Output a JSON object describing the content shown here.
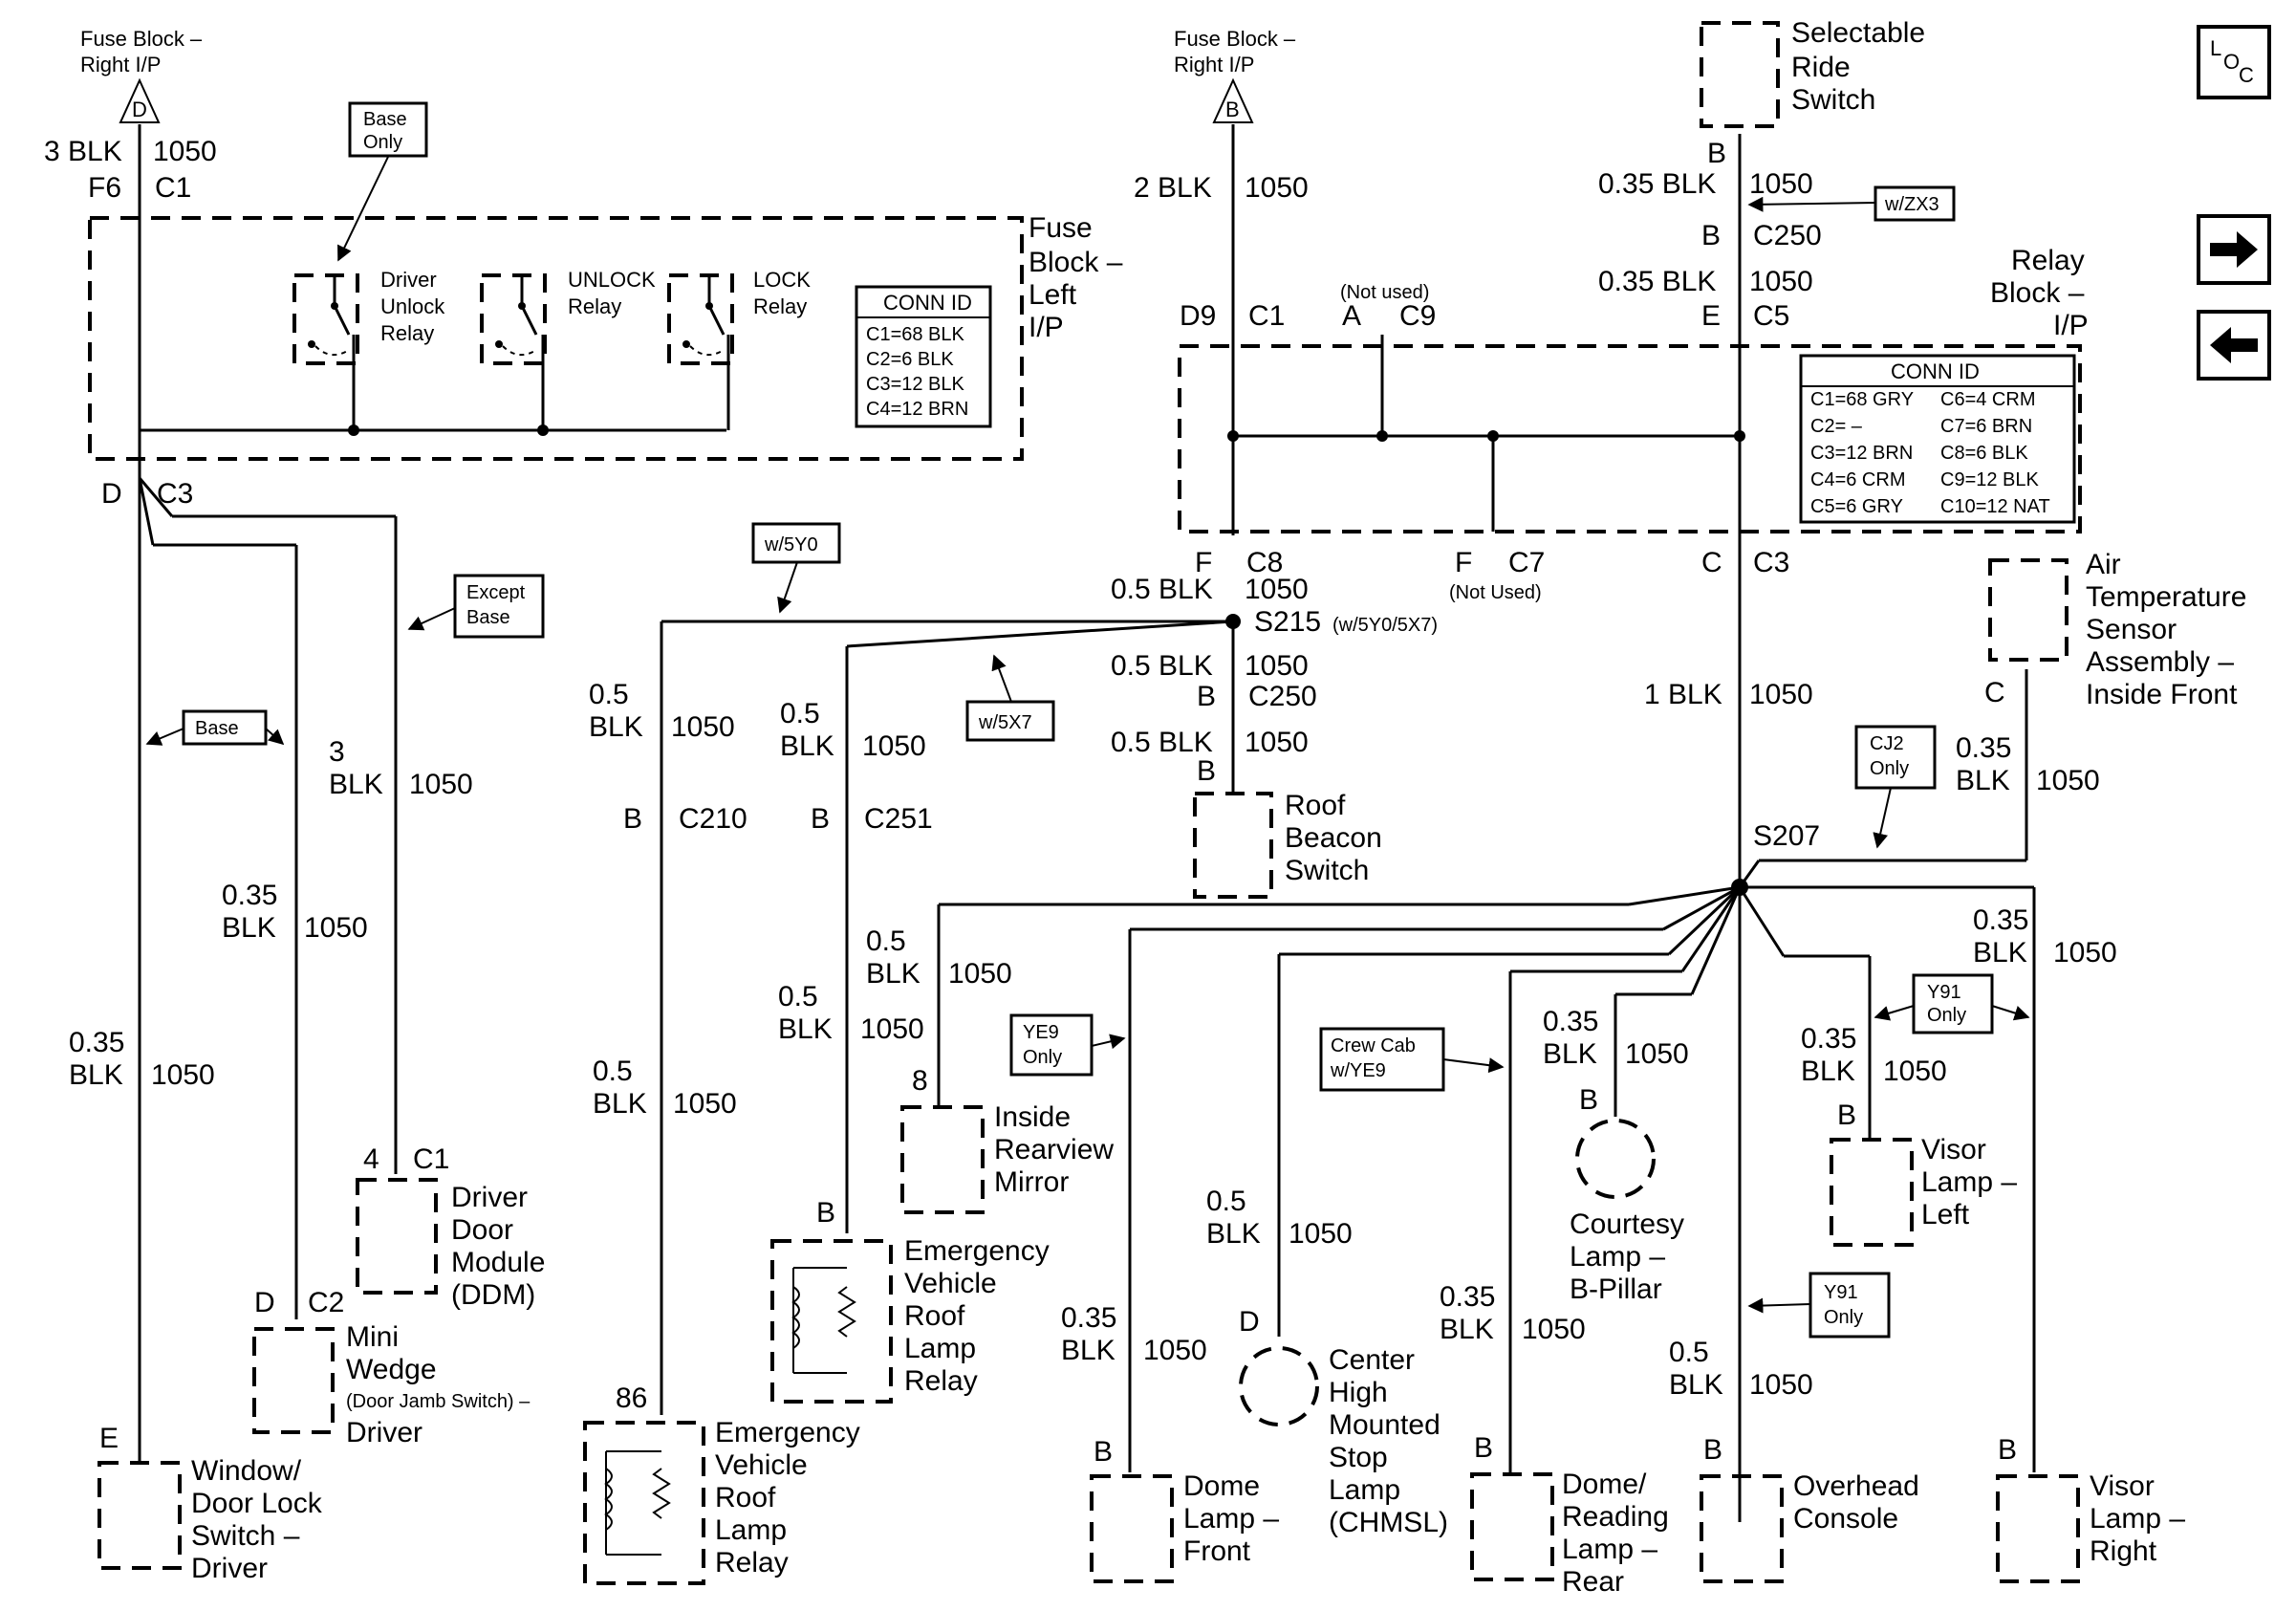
{
  "top_left": {
    "fuse_block_right_ip": [
      "Fuse Block –",
      "Right I/P"
    ],
    "fuse_letter": "D",
    "wire_gauge": "3 BLK",
    "circuit": "1050",
    "pin": "F6",
    "conn": "C1",
    "base_only": [
      "Base",
      "Only"
    ],
    "fuse_block_left_ip": [
      "Fuse",
      "Block –",
      "Left",
      "I/P"
    ],
    "relays": {
      "driver_unlock": [
        "Driver",
        "Unlock",
        "Relay"
      ],
      "unlock": [
        "UNLOCK",
        "Relay"
      ],
      "lock": [
        "LOCK",
        "Relay"
      ]
    },
    "conn_id_title": "CONN ID",
    "conn_id": [
      "C1=68 BLK",
      "C2=6 BLK",
      "C3=12 BLK",
      "C4=12 BRN"
    ],
    "bottom_pin": "D",
    "bottom_conn": "C3"
  },
  "left_branch": {
    "except_base": [
      "Except",
      "Base"
    ],
    "base": "Base",
    "ddm_wire": [
      "3",
      "BLK",
      "1050"
    ],
    "ddm_pin": "4",
    "ddm_conn": "C1",
    "ddm_label": [
      "Driver",
      "Door",
      "Module",
      "(DDM)"
    ],
    "mini_wire": [
      "0.35",
      "BLK",
      "1050"
    ],
    "mini_pin": "D",
    "mini_conn": "C2",
    "mini_label": [
      "Mini",
      "Wedge",
      "(Door Jamb Switch) –",
      "Driver"
    ],
    "window_wire": [
      "0.35",
      "BLK",
      "1050"
    ],
    "window_pin": "E",
    "window_label": [
      "Window/",
      "Door Lock",
      "Switch –",
      "Driver"
    ]
  },
  "center_top": {
    "fuse_block_right_ip": [
      "Fuse Block –",
      "Right I/P"
    ],
    "fuse_letter": "B",
    "wire_gauge": "2 BLK",
    "circuit": "1050",
    "pin_d9": "D9",
    "conn_c1": "C1",
    "not_used_top": "(Not used)",
    "pin_a": "A",
    "conn_c9": "C9",
    "pin_f": "F",
    "conn_c8": "C8",
    "pin_f2": "F",
    "conn_c7": "C7",
    "not_used_bottom": "(Not Used)",
    "pin_c": "C",
    "conn_c3": "C3"
  },
  "right_top": {
    "selectable_ride": [
      "Selectable",
      "Ride",
      "Switch"
    ],
    "pin_b": "B",
    "wire1_gauge": "0.35 BLK",
    "wire1_circuit": "1050",
    "wzx3": "w/ZX3",
    "pin_b2": "B",
    "conn_c250": "C250",
    "wire2_gauge": "0.35 BLK",
    "wire2_circuit": "1050",
    "pin_e": "E",
    "conn_c5": "C5",
    "relay_block": [
      "Relay",
      "Block –",
      "I/P"
    ],
    "conn_id_title": "CONN ID",
    "conn_id_left": [
      "C1=68 GRY",
      "C2= –",
      "C3=12 BRN",
      "C4=6 CRM",
      "C5=6 GRY"
    ],
    "conn_id_right": [
      "C6=4 CRM",
      "C7=6 BRN",
      "C8=6 BLK",
      "C9=12 BLK",
      "C10=12 NAT"
    ]
  },
  "loc_label": [
    "L",
    "O",
    "C"
  ],
  "s215": {
    "gauge": "0.5 BLK",
    "circuit": "1050",
    "splice": "S215",
    "splice_note": "(w/5Y0/5X7)",
    "w5y0": "w/5Y0",
    "w5x7": "w/5X7",
    "down_gauge": "0.5 BLK",
    "down_circuit": "1050",
    "pin_b": "B",
    "conn_c250": "C250",
    "beacon_gauge": "0.5 BLK",
    "beacon_circuit": "1050",
    "beacon_pin": "B",
    "beacon_label": [
      "Roof",
      "Beacon",
      "Switch"
    ]
  },
  "emergency": {
    "c210_wire": [
      "0.5",
      "BLK",
      "1050"
    ],
    "c210_pin": "B",
    "c210_conn": "C210",
    "c251_wire": [
      "0.5",
      "BLK",
      "1050"
    ],
    "c251_pin": "B",
    "c251_conn": "C251",
    "lower_wire_left": [
      "0.5",
      "BLK",
      "1050"
    ],
    "lower_wire_right": [
      "0.5",
      "BLK",
      "1050"
    ],
    "relay_upper_pin": "B",
    "relay_upper_label": [
      "Emergency",
      "Vehicle",
      "Roof",
      "Lamp",
      "Relay"
    ],
    "relay_lower_pin": "86",
    "relay_lower_label": [
      "Emergency",
      "Vehicle",
      "Roof",
      "Lamp",
      "Relay"
    ]
  },
  "s207": {
    "trunk_gauge": "1 BLK",
    "trunk_circuit": "1050",
    "splice": "S207",
    "cj2": [
      "CJ2",
      "Only"
    ],
    "air_temp": [
      "Air",
      "Temperature",
      "Sensor",
      "Assembly –",
      "Inside Front"
    ],
    "air_pin": "C",
    "air_wire": [
      "0.35",
      "BLK",
      "1050"
    ],
    "ye9": [
      "YE9",
      "Only"
    ],
    "crew_cab": [
      "Crew Cab",
      "w/YE9"
    ],
    "y91_a": [
      "Y91",
      "Only"
    ],
    "y91_b": [
      "Y91",
      "Only"
    ]
  },
  "loads": {
    "mirror": {
      "wire": [
        "0.5",
        "BLK",
        "1050"
      ],
      "pin": "8",
      "label": [
        "Inside",
        "Rearview",
        "Mirror"
      ]
    },
    "dome_front": {
      "wire": [
        "0.35",
        "BLK",
        "1050"
      ],
      "pin": "B",
      "label": [
        "Dome",
        "Lamp –",
        "Front"
      ]
    },
    "chmsl": {
      "wire": [
        "0.5",
        "BLK",
        "1050"
      ],
      "pin": "D",
      "label": [
        "Center",
        "High",
        "Mounted",
        "Stop",
        "Lamp",
        "(CHMSL)"
      ]
    },
    "dome_rear": {
      "wire": [
        "0.35",
        "BLK",
        "1050"
      ],
      "pin": "B",
      "label": [
        "Dome/",
        "Reading",
        "Lamp –",
        "Rear"
      ]
    },
    "courtesy": {
      "wire": [
        "0.35",
        "BLK",
        "1050"
      ],
      "pin": "B",
      "label": [
        "Courtesy",
        "Lamp –",
        "B-Pillar"
      ]
    },
    "overhead": {
      "wire": [
        "0.5",
        "BLK",
        "1050"
      ],
      "pin": "B",
      "label": [
        "Overhead",
        "Console"
      ]
    },
    "visor_left": {
      "wire": [
        "0.35",
        "BLK",
        "1050"
      ],
      "pin": "B",
      "label": [
        "Visor",
        "Lamp –",
        "Left"
      ]
    },
    "visor_right": {
      "wire": [
        "0.35",
        "BLK",
        "1050"
      ],
      "pin": "B",
      "label": [
        "Visor",
        "Lamp –",
        "Right"
      ]
    }
  }
}
